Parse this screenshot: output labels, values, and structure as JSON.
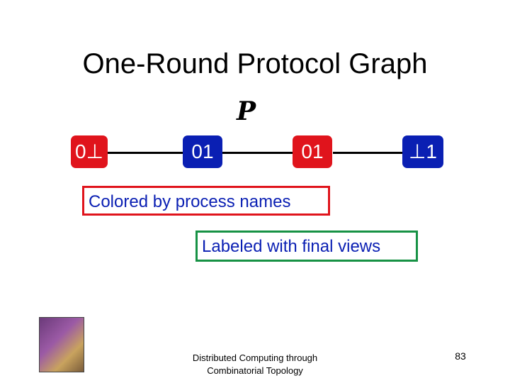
{
  "title": "One-Round Protocol Graph",
  "symbol": "P",
  "nodes": [
    {
      "label": "0⊥",
      "color": "#e0141c"
    },
    {
      "label": "01",
      "color": "#0a1fb3"
    },
    {
      "label": "01",
      "color": "#e0141c"
    },
    {
      "label": "⊥1",
      "color": "#0a1fb3"
    }
  ],
  "callouts": {
    "colored": "Colored by process names",
    "labeled": "Labeled with final views"
  },
  "footer": {
    "line1": "Distributed Computing through",
    "line2": "Combinatorial Topology"
  },
  "page_number": "83",
  "colors": {
    "red": "#e0141c",
    "blue": "#0a1fb3",
    "green": "#179245"
  }
}
